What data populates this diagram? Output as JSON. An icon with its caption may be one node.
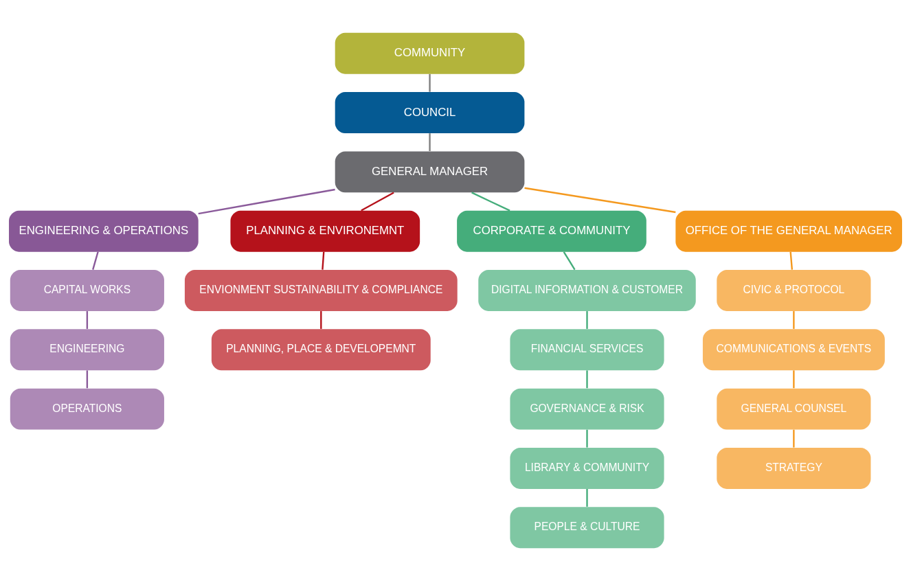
{
  "diagram": {
    "nodes": [
      {
        "text": [
          "COMMUNITY"
        ]
      },
      {
        "text": [
          "COUNCIL"
        ]
      },
      {
        "text": [
          "GENERAL MANAGER"
        ]
      },
      {
        "text": [
          "ENGINEERING & OPERATIONS"
        ]
      },
      {
        "text": [
          "PLANNING & ENVIRONEMNT"
        ]
      },
      {
        "text": [
          "CORPORATE & COMMUNITY"
        ]
      },
      {
        "text": [
          "OFFICE OF THE GENERAL MANAGER"
        ]
      },
      {
        "text": [
          "CAPITAL WORKS"
        ]
      },
      {
        "text": [
          "ENGINEERING"
        ]
      },
      {
        "text": [
          "OPERATIONS"
        ]
      },
      {
        "text": [
          "ENVIONMENT SUSTAINABILITY & COMPLIANCE"
        ]
      },
      {
        "text": [
          "PLANNING, PLACE & DEVELOPEMNT"
        ]
      },
      {
        "text": [
          "DIGITAL INFORMATION & CUSTOMER"
        ]
      },
      {
        "text": [
          "FINANCIAL SERVICES"
        ]
      },
      {
        "text": [
          "GOVERNANCE & RISK"
        ]
      },
      {
        "text": [
          "LIBRARY & COMMUNITY"
        ]
      },
      {
        "text": [
          "PEOPLE & CULTURE"
        ]
      },
      {
        "text": [
          "CIVIC & PROTOCOL"
        ]
      },
      {
        "text": [
          "COMMUNICATIONS & EVENTS"
        ]
      },
      {
        "text": [
          "GENERAL COUNSEL"
        ]
      },
      {
        "text": [
          "STRATEGY"
        ]
      }
    ],
    "edges": [
      {
        "from": 0,
        "to": 1,
        "arrow": "none",
        "color": "#808080"
      },
      {
        "from": 1,
        "to": 2,
        "arrow": "none",
        "color": "#808080"
      },
      {
        "from": 2,
        "to": 3,
        "arrow": "none",
        "color": "#8a5a9a"
      },
      {
        "from": 2,
        "to": 4,
        "arrow": "none",
        "color": "#b5121b"
      },
      {
        "from": 2,
        "to": 5,
        "arrow": "none",
        "color": "#45ad7b"
      },
      {
        "from": 2,
        "to": 6,
        "arrow": "none",
        "color": "#f4991f"
      },
      {
        "from": 3,
        "to": 7,
        "arrow": "none",
        "color": "#8a5a9a"
      },
      {
        "from": 7,
        "to": 8,
        "arrow": "none",
        "color": "#8a5a9a"
      },
      {
        "from": 8,
        "to": 9,
        "arrow": "none",
        "color": "#8a5a9a"
      },
      {
        "from": 4,
        "to": 10,
        "arrow": "none",
        "color": "#b5121b"
      },
      {
        "from": 10,
        "to": 11,
        "arrow": "none",
        "color": "#b5121b"
      },
      {
        "from": 5,
        "to": 12,
        "arrow": "none",
        "color": "#45ad7b"
      },
      {
        "from": 12,
        "to": 13,
        "arrow": "none",
        "color": "#45ad7b"
      },
      {
        "from": 13,
        "to": 14,
        "arrow": "none",
        "color": "#45ad7b"
      },
      {
        "from": 14,
        "to": 15,
        "arrow": "none",
        "color": "#45ad7b"
      },
      {
        "from": 15,
        "to": 16,
        "arrow": "none",
        "color": "#45ad7b"
      },
      {
        "from": 6,
        "to": 17,
        "arrow": "none",
        "color": "#f4991f"
      },
      {
        "from": 17,
        "to": 18,
        "arrow": "none",
        "color": "#f4991f"
      },
      {
        "from": 18,
        "to": 19,
        "arrow": "none",
        "color": "#f4991f"
      },
      {
        "from": 19,
        "to": 20,
        "arrow": "none",
        "color": "#f4991f"
      }
    ]
  }
}
